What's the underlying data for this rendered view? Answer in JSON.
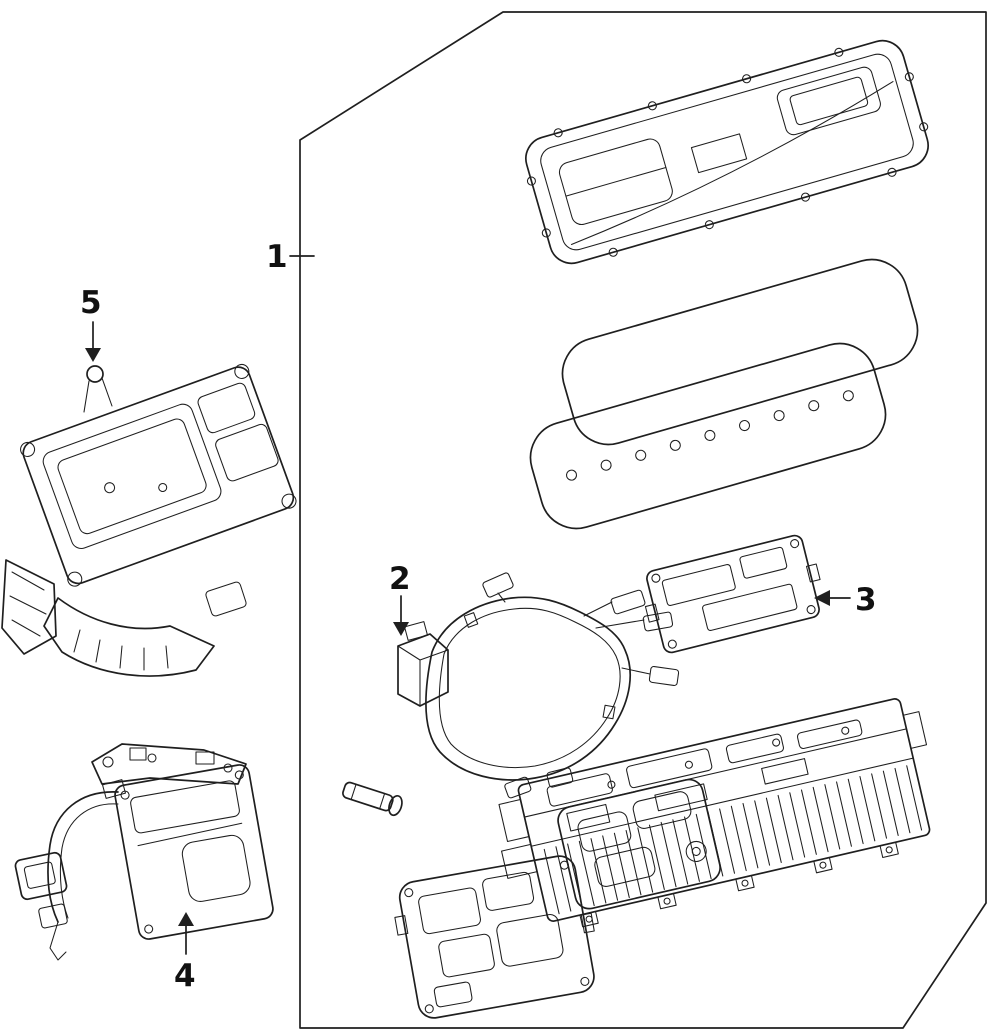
{
  "diagram": {
    "background_color": "#ffffff",
    "line_color": "#1f1f1f",
    "callouts": {
      "c1": "1",
      "c2": "2",
      "c3": "3",
      "c4": "4",
      "c5": "5"
    }
  }
}
